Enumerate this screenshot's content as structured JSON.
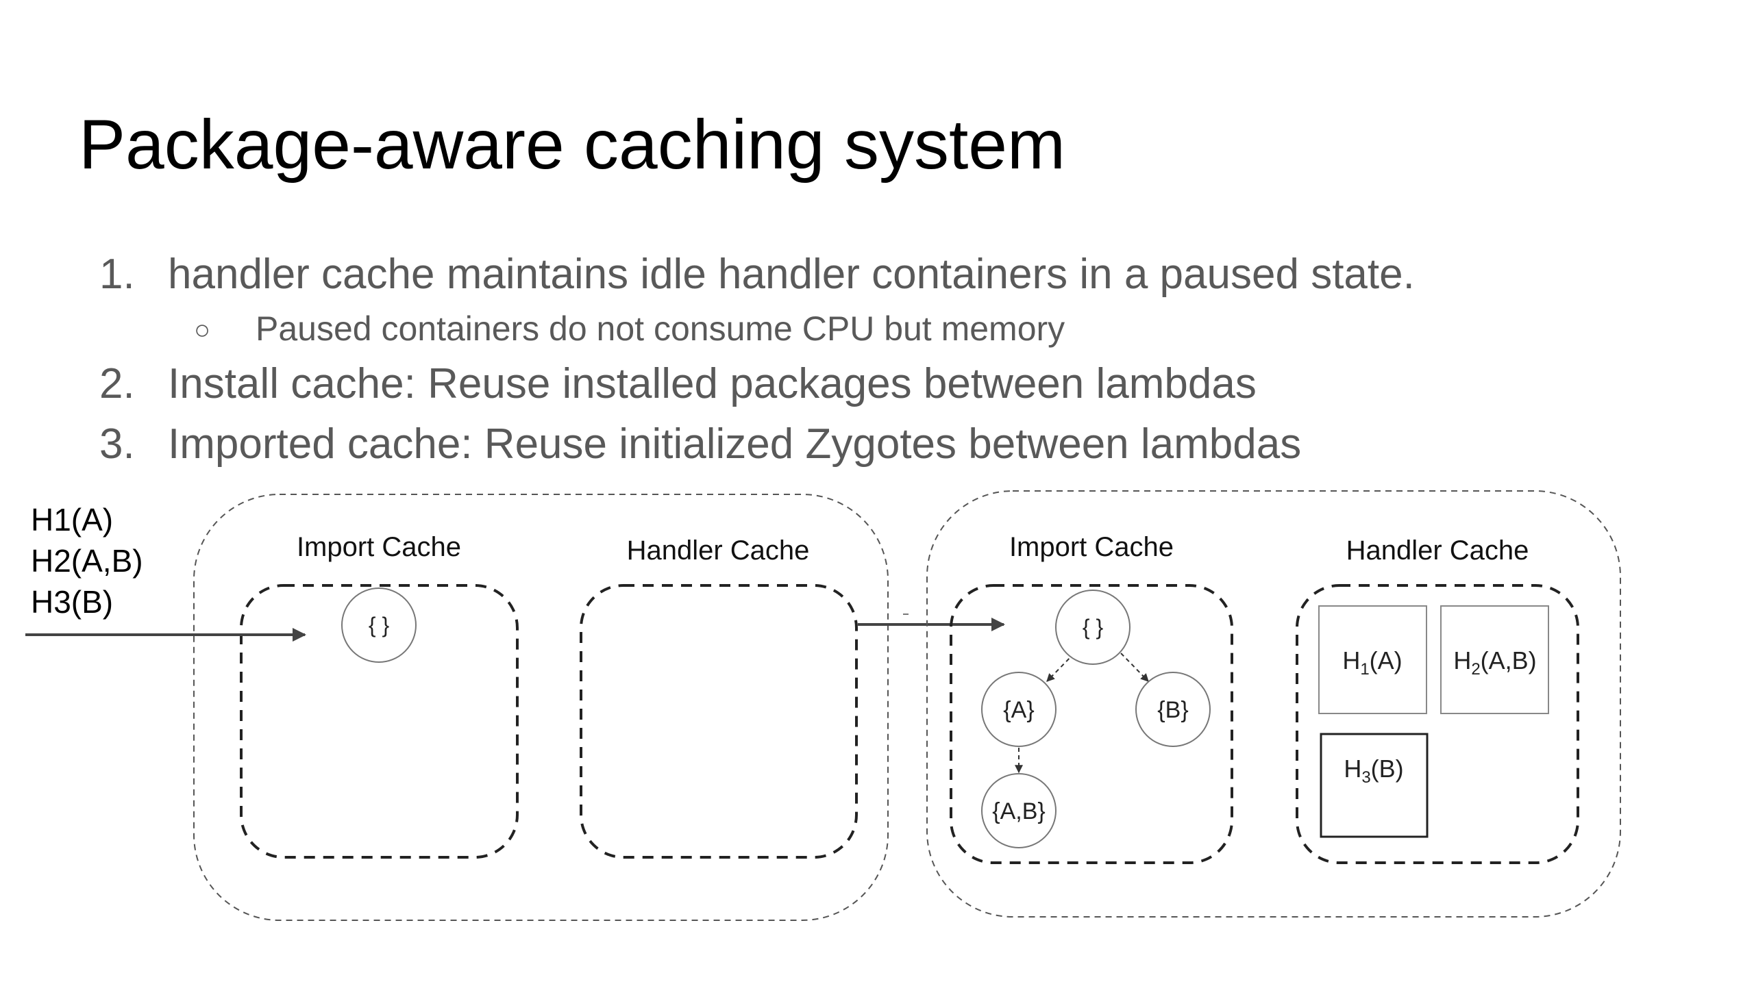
{
  "slide": {
    "title": "Package-aware caching system",
    "list": [
      {
        "number": "1.",
        "text": "handler cache maintains idle handler containers in a paused state.",
        "sub": [
          {
            "marker": "○",
            "text": "Paused containers do not consume CPU but memory"
          }
        ]
      },
      {
        "number": "2.",
        "text": "Install cache: Reuse installed packages between lambdas"
      },
      {
        "number": "3.",
        "text": "Imported cache: Reuse initialized Zygotes between lambdas"
      }
    ]
  },
  "diagram": {
    "input_handlers": [
      "H1(A)",
      "H2(A,B)",
      "H3(B)"
    ],
    "left_panel": {
      "import_cache_label": "Import Cache",
      "handler_cache_label": "Handler Cache",
      "root_node": "{ }"
    },
    "right_panel": {
      "import_cache_label": "Import Cache",
      "handler_cache_label": "Handler Cache",
      "nodes": {
        "root": "{ }",
        "a": "{A}",
        "b": "{B}",
        "ab": "{A,B}"
      },
      "handlers": [
        {
          "letter": "H",
          "subscript": "1",
          "args": "(A)"
        },
        {
          "letter": "H",
          "subscript": "2",
          "args": "(A,B)"
        },
        {
          "letter": "H",
          "subscript": "3",
          "args": "(B)"
        }
      ]
    }
  }
}
